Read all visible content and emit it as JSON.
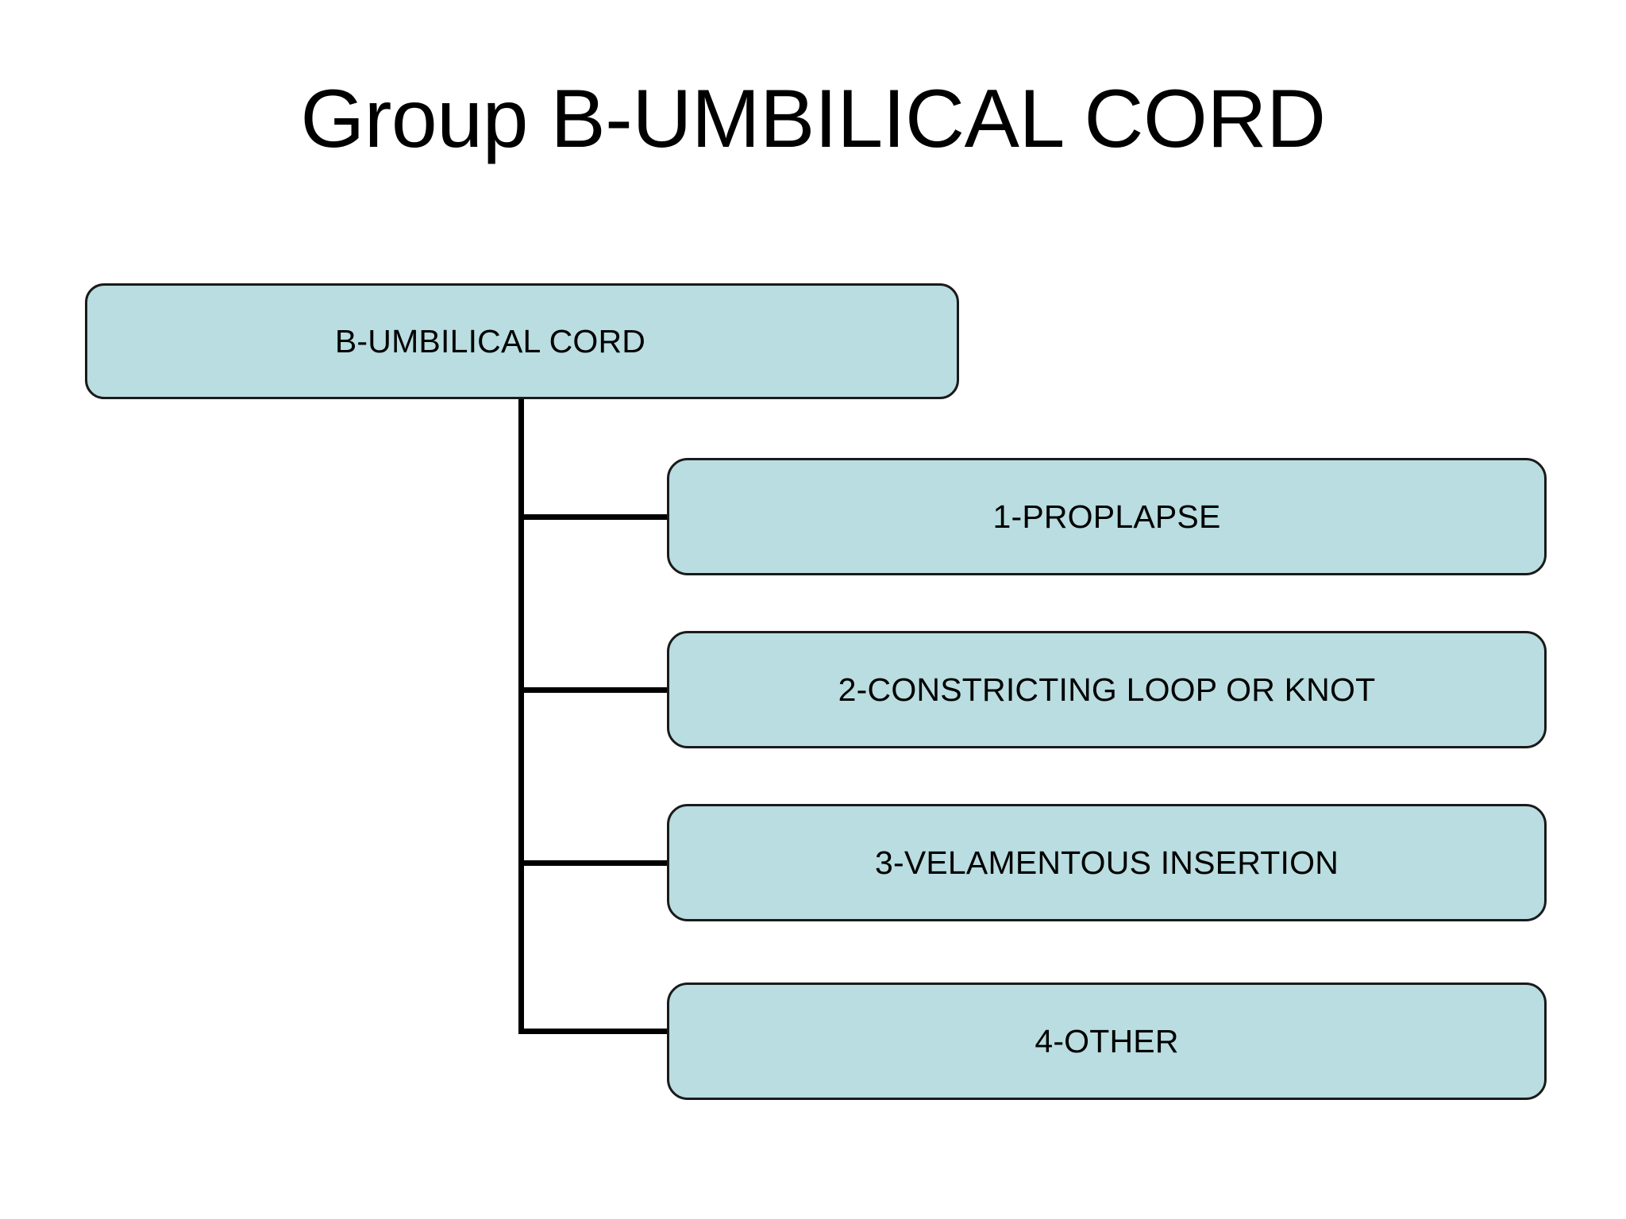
{
  "slide": {
    "title": "Group B-UMBILICAL CORD",
    "background_color": "#ffffff"
  },
  "theme": {
    "box_fill": "#b9dde0",
    "box_border": "#1a1a1a",
    "text_color": "#000000",
    "connector_color": "#000000"
  },
  "diagram": {
    "type": "hierarchy",
    "root": {
      "label": "B-UMBILICAL CORD"
    },
    "children": [
      {
        "label": "1-PROPLAPSE"
      },
      {
        "label": "2-CONSTRICTING LOOP OR KNOT"
      },
      {
        "label": "3-VELAMENTOUS INSERTION"
      },
      {
        "label": "4-OTHER"
      }
    ]
  }
}
